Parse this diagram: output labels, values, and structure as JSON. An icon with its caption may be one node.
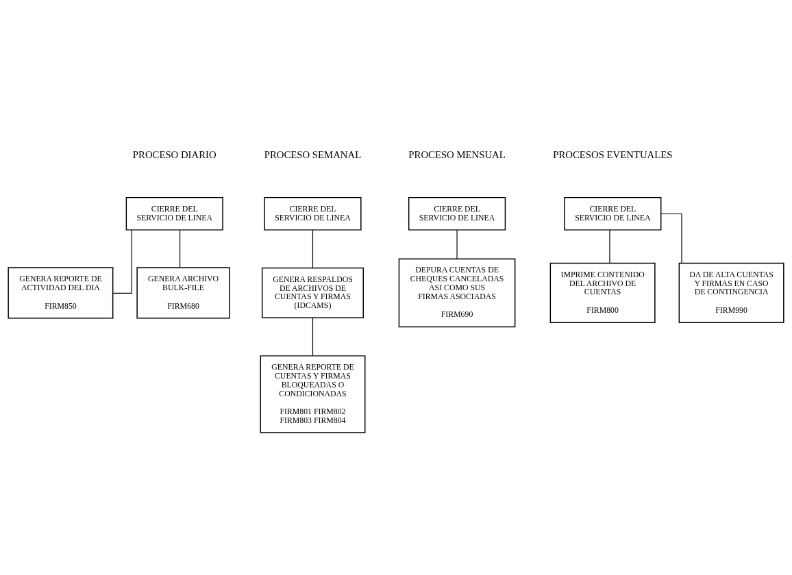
{
  "diagram": {
    "nodes": [
      {
        "text": [
          "CIERRE DEL SERVICIO DE LINEA"
        ]
      },
      {
        "text": [
          "GENERA REPORTE DE ACTIVIDAD DEL DIA",
          "FIRM850"
        ]
      },
      {
        "text": [
          "GENERA ARCHIVO BULK-FILE",
          "FIRM680"
        ]
      },
      {
        "text": [
          "CIERRE DEL SERVICIO DE LINEA"
        ]
      },
      {
        "text": [
          "GENERA RESPALDOS DE ARCHIVOS DE CUENTAS Y FIRMAS (IDCAMS)"
        ]
      },
      {
        "text": [
          "GENERA REPORTE DE CUENTAS Y FIRMAS BLOQUEADAS O CONDICIONADAS",
          "FIRM801 FIRM802 FIRM803 FIRM804"
        ]
      },
      {
        "text": [
          "CIERRE DEL SERVICIO DE LINEA"
        ]
      },
      {
        "text": [
          "DEPURA CUENTAS DE CHEQUES CANCELADAS ASI COMO SUS FIRMAS ASOCIADAS",
          "FIRM690"
        ]
      },
      {
        "text": [
          "CIERRE DEL SERVICIO DE LINEA"
        ]
      },
      {
        "text": [
          "IMPRIME CONTENIDO DEL ARCHIVO DE CUENTAS",
          "FIRM800"
        ]
      },
      {
        "text": [
          "DA DE ALTA CUENTAS Y FIRMAS EN CASO DE CONTINGENCIA",
          "FIRM990"
        ]
      }
    ],
    "edges": [
      {
        "from": 0,
        "to": 1,
        "arrow": "none"
      },
      {
        "from": 0,
        "to": 2,
        "arrow": "none"
      },
      {
        "from": 3,
        "to": 4,
        "arrow": "none"
      },
      {
        "from": 4,
        "to": 5,
        "arrow": "none"
      },
      {
        "from": 6,
        "to": 7,
        "arrow": "none"
      },
      {
        "from": 8,
        "to": 9,
        "arrow": "none"
      },
      {
        "from": 8,
        "to": 10,
        "arrow": "none"
      }
    ],
    "labels": [
      "PROCESO DIARIO",
      "PROCESO SEMANAL",
      "PROCESO MENSUAL",
      "PROCESOS EVENTUALES"
    ]
  }
}
